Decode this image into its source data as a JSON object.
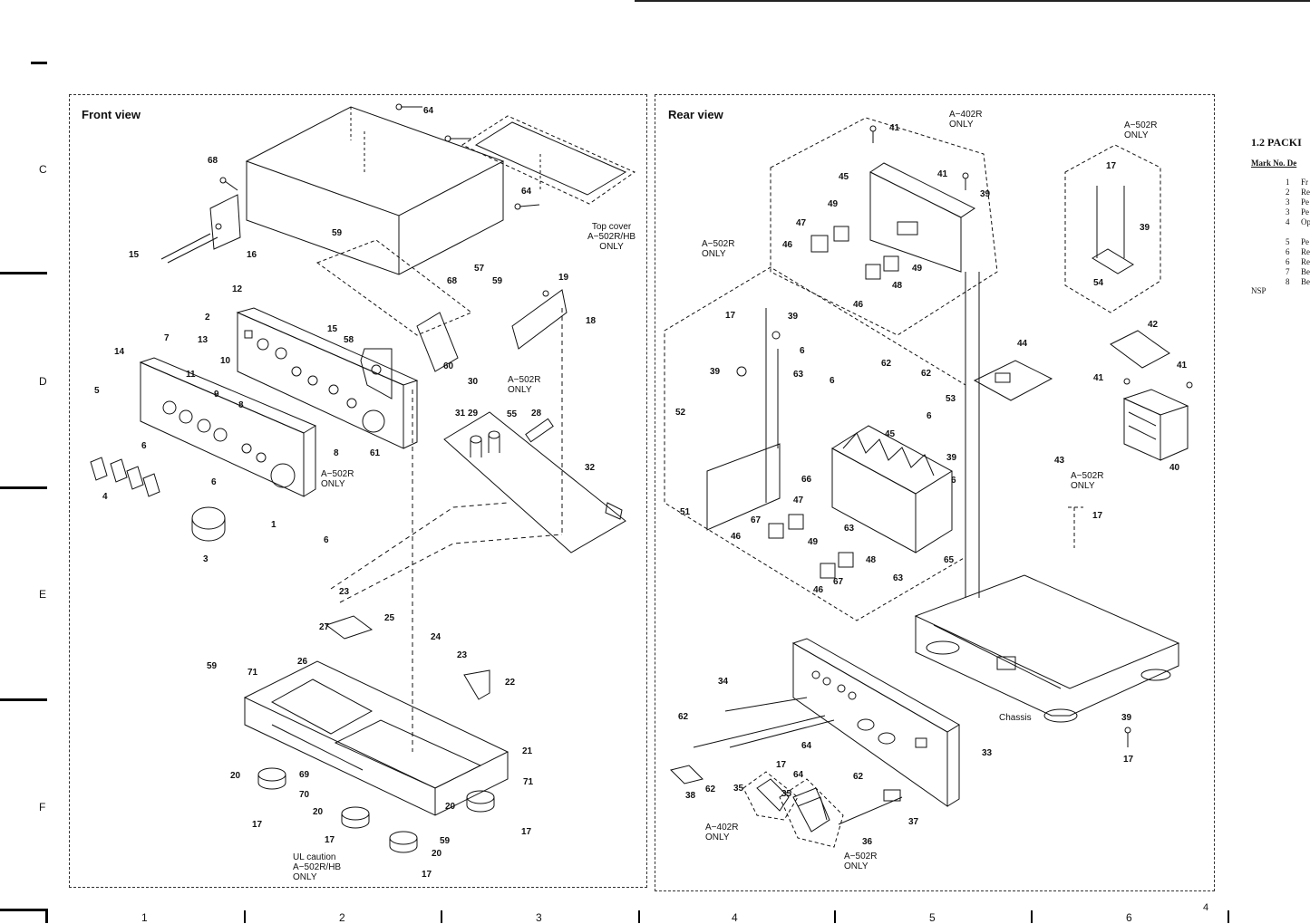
{
  "front_view": {
    "title": "Front view",
    "callouts": [
      "64",
      "68",
      "64",
      "16",
      "15",
      "57",
      "59",
      "68",
      "59",
      "19",
      "18",
      "12",
      "2",
      "15",
      "58",
      "60",
      "7",
      "13",
      "10",
      "14",
      "11",
      "9",
      "8",
      "5",
      "6",
      "8",
      "61",
      "3",
      "A-502R",
      "30",
      "31",
      "29",
      "55",
      "28",
      "32",
      "4",
      "6",
      "1",
      "6",
      "23",
      "27",
      "25",
      "24",
      "23",
      "22",
      "26",
      "59",
      "71",
      "21",
      "20",
      "69",
      "70",
      "71",
      "17",
      "20",
      "20",
      "17",
      "59",
      "20",
      "17",
      "17"
    ],
    "notes": {
      "top_cover": "Top cover\nA−502R/HB\nONLY",
      "a502r_only_mid": "A−502R\nONLY",
      "a502r_only_upper": "A−502R\nONLY",
      "ul_caution": "UL caution\nA−502R/HB\nONLY"
    }
  },
  "rear_view": {
    "title": "Rear view",
    "callouts": [
      "41",
      "41",
      "45",
      "39",
      "49",
      "47",
      "46",
      "49",
      "48",
      "46",
      "17",
      "39",
      "6",
      "39",
      "63",
      "62",
      "52",
      "62",
      "53",
      "6",
      "6",
      "39",
      "6",
      "66",
      "45",
      "47",
      "67",
      "63",
      "46",
      "49",
      "48",
      "63",
      "65",
      "67",
      "46",
      "51",
      "44",
      "42",
      "41",
      "41",
      "40",
      "43",
      "17",
      "17",
      "54",
      "39",
      "34",
      "62",
      "64",
      "17",
      "64",
      "62",
      "35",
      "35",
      "38",
      "62",
      "36",
      "37",
      "33",
      "39",
      "17"
    ],
    "notes": {
      "a402r_only_top": "A−402R\nONLY",
      "a502r_only_topright": "A−502R\nONLY",
      "a502r_only_left": "A−502R\nONLY",
      "a502r_only_right": "A−502R\nONLY",
      "chassis": "Chassis",
      "a402r_only_bottom": "A−402R\nONLY",
      "a502r_only_bottom": "A−502R\nONLY"
    }
  },
  "margin_letters": [
    "C",
    "D",
    "E",
    "F"
  ],
  "column_numbers": [
    "1",
    "2",
    "3",
    "4",
    "5",
    "6"
  ],
  "page_number": "4",
  "packing": {
    "title": "1.2 PACKI",
    "header": "Mark No. De",
    "rows": [
      {
        "mark": "",
        "no": "1",
        "desc": "Fr"
      },
      {
        "mark": "",
        "no": "2",
        "desc": "Re"
      },
      {
        "mark": "",
        "no": "3",
        "desc": "Pe"
      },
      {
        "mark": "",
        "no": "3",
        "desc": "Pe"
      },
      {
        "mark": "",
        "no": "4",
        "desc": "Op"
      },
      {
        "mark": "",
        "no": "",
        "desc": ""
      },
      {
        "mark": "",
        "no": "5",
        "desc": "Pe"
      },
      {
        "mark": "",
        "no": "6",
        "desc": "Re"
      },
      {
        "mark": "",
        "no": "6",
        "desc": "Re"
      },
      {
        "mark": "",
        "no": "7",
        "desc": "Be"
      },
      {
        "mark": "NSP",
        "no": "8",
        "desc": "Be"
      }
    ]
  },
  "colors": {
    "ink": "#111111",
    "paper": "#ffffff"
  }
}
